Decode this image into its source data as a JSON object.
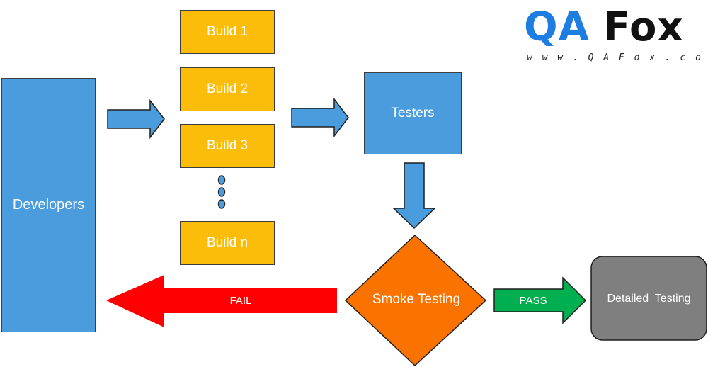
{
  "logo": {
    "text_qa": "QA",
    "text_fox": "Fox",
    "url": "w w w . Q A F o x . c o m"
  },
  "nodes": {
    "developers": "Developers",
    "builds": [
      "Build 1",
      "Build 2",
      "Build 3",
      "Build n"
    ],
    "testers": "Testers",
    "smoke_testing": "Smoke Testing",
    "detailed_testing": "Detailed  Testing"
  },
  "edges": {
    "fail_label": "FAIL",
    "pass_label": "PASS"
  },
  "colors": {
    "blue": "#4a9cdc",
    "build_yellow": "#fbbd09",
    "smoke_orange": "#fa7300",
    "fail_red": "#ff0000",
    "pass_green": "#00b050",
    "detailed_gray": "#7f7f7f"
  }
}
